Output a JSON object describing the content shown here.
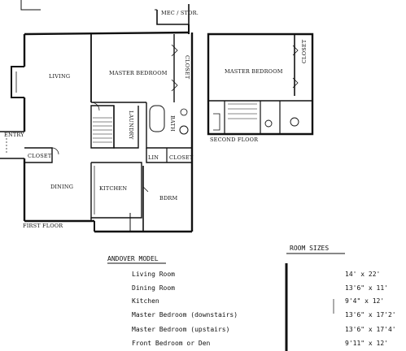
{
  "first_floor": {
    "caption": "FIRST FLOOR",
    "rooms": {
      "mech_storage": "MEC / STOR.",
      "living": "LIVING",
      "master_bedroom": "MASTER BEDROOM",
      "closet_master": "CLOSET",
      "laundry": "LAUNDRY",
      "bath": "BATH",
      "entry": "ENTRY",
      "closet_entry": "CLOSET",
      "linen": "LIN",
      "closet_hall": "CLOSET",
      "dining": "DINING",
      "kitchen": "KITCHEN",
      "bedroom": "BDRM"
    }
  },
  "second_floor": {
    "caption": "SECOND FLOOR",
    "rooms": {
      "master_bedroom": "MASTER BEDROOM",
      "closet": "CLOSET"
    }
  },
  "model": {
    "title": "ANDOVER MODEL",
    "room_sizes_heading": "ROOM SIZES",
    "rooms": [
      {
        "name": "Living Room",
        "size": "14' x 22'"
      },
      {
        "name": "Dining Room",
        "size": "13'6\" x 11'"
      },
      {
        "name": "Kitchen",
        "size": "9'4\" x 12'"
      },
      {
        "name": "Master Bedroom (downstairs)",
        "size": "13'6\" x 17'2'"
      },
      {
        "name": "Master Bedroom (upstairs)",
        "size": "13'6\" x 17'4'"
      },
      {
        "name": "Front Bedroom or Den",
        "size": "9'11\" x 12'"
      }
    ]
  }
}
